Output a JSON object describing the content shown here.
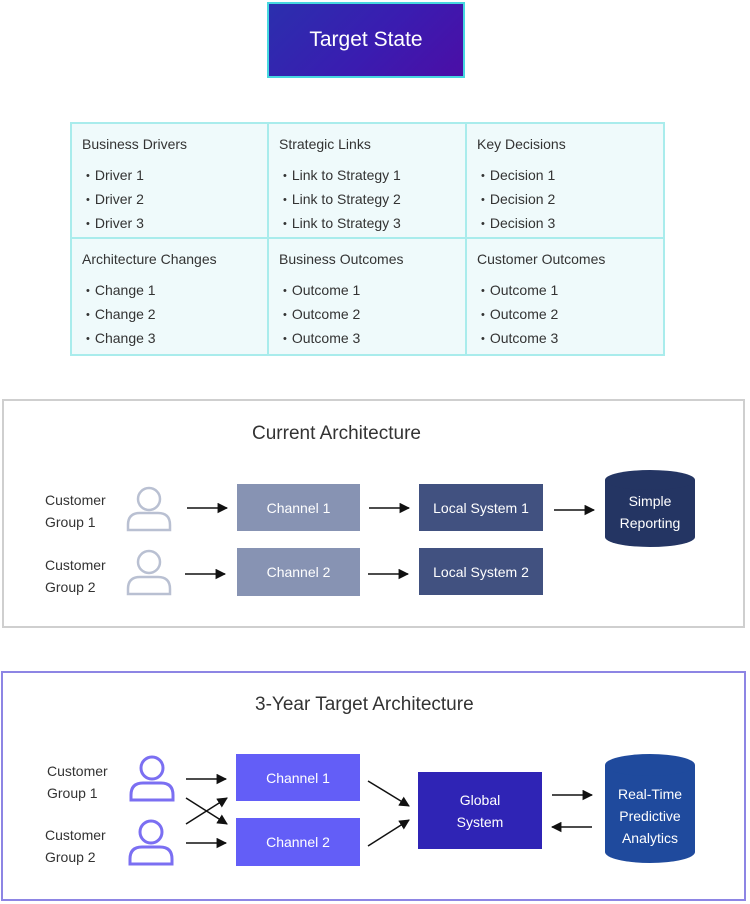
{
  "title": "Target State",
  "grid": {
    "cells": [
      {
        "title": "Business Drivers",
        "items": [
          "Driver 1",
          "Driver 2",
          "Driver 3"
        ]
      },
      {
        "title": "Strategic Links",
        "items": [
          "Link to Strategy 1",
          "Link to Strategy 2",
          "Link to Strategy 3"
        ]
      },
      {
        "title": "Key Decisions",
        "items": [
          "Decision 1",
          "Decision 2",
          "Decision 3"
        ]
      },
      {
        "title": "Architecture Changes",
        "items": [
          "Change 1",
          "Change 2",
          "Change 3"
        ]
      },
      {
        "title": "Business Outcomes",
        "items": [
          "Outcome 1",
          "Outcome 2",
          "Outcome 3"
        ]
      },
      {
        "title": "Customer Outcomes",
        "items": [
          "Outcome 1",
          "Outcome 2",
          "Outcome 3"
        ]
      }
    ]
  },
  "current": {
    "title": "Current Architecture",
    "group1_line1": "Customer",
    "group1_line2": "Group 1",
    "group2_line1": "Customer",
    "group2_line2": "Group 2",
    "channel1": "Channel 1",
    "channel2": "Channel 2",
    "system1": "Local System 1",
    "system2": "Local System 2",
    "db_line1": "Simple",
    "db_line2": "Reporting"
  },
  "target": {
    "title": "3-Year Target Architecture",
    "group1_line1": "Customer",
    "group1_line2": "Group 1",
    "group2_line1": "Customer",
    "group2_line2": "Group 2",
    "channel1": "Channel 1",
    "channel2": "Channel 2",
    "global_line1": "Global",
    "global_line2": "System",
    "db_line1": "Real-Time",
    "db_line2": "Predictive",
    "db_line3": "Analytics"
  },
  "colors": {
    "current_person": "#b9c0d2",
    "current_channel": "#8793b3",
    "current_system": "#415180",
    "current_db": "#243563",
    "target_person": "#7b6ff2",
    "target_channel": "#635ef7",
    "target_global": "#2f24b5",
    "target_db": "#1f4a9d"
  }
}
